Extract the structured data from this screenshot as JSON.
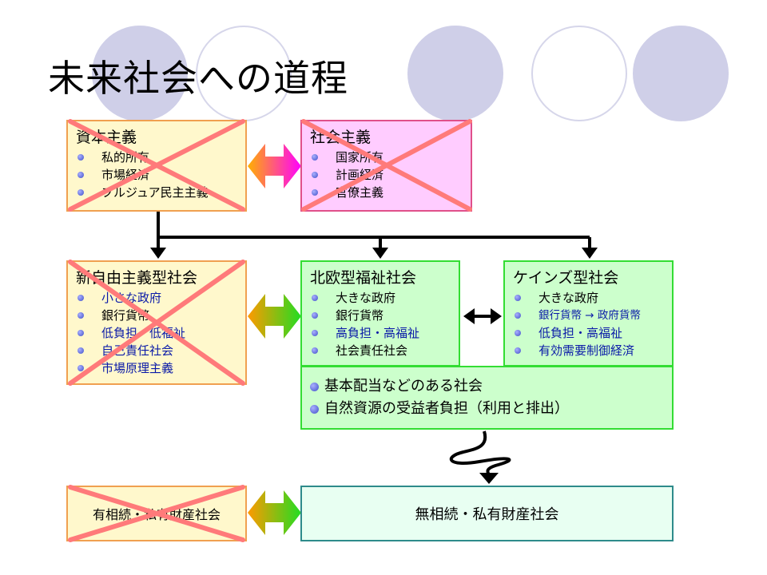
{
  "title": "未来社会への道程",
  "capitalism": {
    "title": "資本主義",
    "items": [
      "私的所有",
      "市場経済",
      "ブルジュア民主主義"
    ]
  },
  "socialism": {
    "title": "社会主義",
    "items": [
      "国家所有",
      "計画経済",
      "官僚主義"
    ]
  },
  "neoliberal": {
    "title": "新自由主義型社会",
    "items": [
      "小さな政府",
      "銀行貨幣",
      "低負担・低福祉",
      "自己責任社会",
      "市場原理主義"
    ]
  },
  "nordic": {
    "title": "北欧型福祉社会",
    "items": [
      "大きな政府",
      "銀行貨幣",
      "高負担・高福祉",
      "社会責任社会"
    ]
  },
  "keynes": {
    "title": "ケインズ型社会",
    "items": [
      "大きな政府",
      "銀行貨幣 → 政府貨幣",
      "低負担・高福祉",
      "有効需要制御経済"
    ]
  },
  "shared": {
    "lines": [
      "基本配当などのある社会",
      "自然資源の受益者負担（利用と排出）"
    ]
  },
  "inherit_society": {
    "label": "有相続・私有財産社会"
  },
  "no_inherit_society": {
    "label": "無相続・私有財産社会"
  },
  "colors": {
    "cross": "#ff7a7a",
    "yellow_fill": "#fff8cc",
    "pink_fill": "#ffccff",
    "green_fill": "#ccffcc",
    "blue_text": "#0a1aa8"
  }
}
